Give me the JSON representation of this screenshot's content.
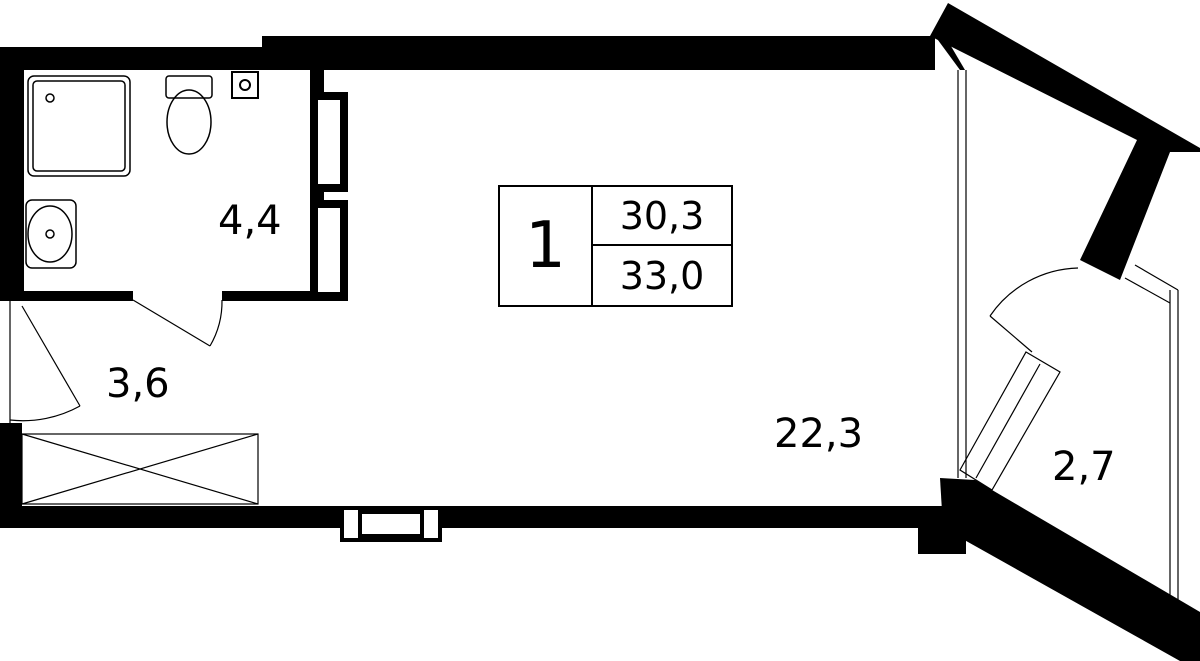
{
  "plan": {
    "rooms": [
      {
        "name": "bathroom",
        "area": "4,4"
      },
      {
        "name": "hallway",
        "area": "3,6"
      },
      {
        "name": "living-room",
        "area": "22,3"
      },
      {
        "name": "balcony",
        "area": "2,7"
      }
    ],
    "badge": {
      "rooms": "1",
      "living_area": "30,3",
      "total_area": "33,0"
    }
  }
}
